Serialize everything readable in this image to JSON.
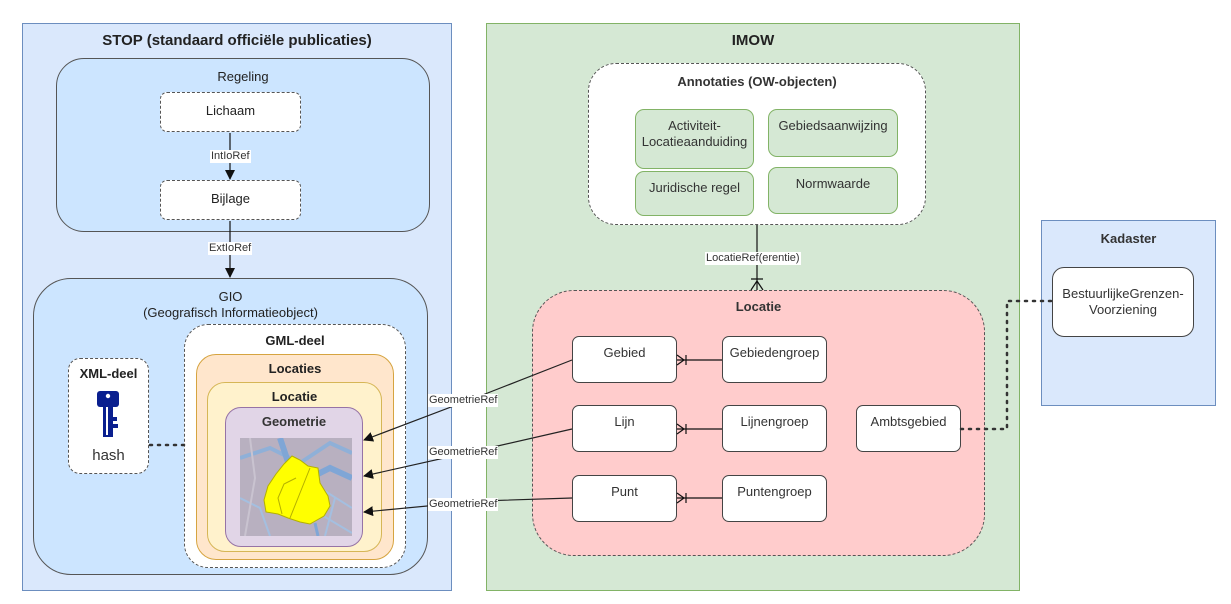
{
  "stop": {
    "title": "STOP (standaard officiële publicaties)",
    "regeling": {
      "title": "Regeling",
      "lichaam": "Lichaam",
      "bijlage": "Bijlage",
      "edge_intern": "IntIoRef"
    },
    "edge_extern": "ExtIoRef",
    "gio": {
      "title_line1": "GIO",
      "title_line2": "(Geografisch Informatieobject)",
      "xml_deel": {
        "title": "XML-deel",
        "icon": "key-icon",
        "label": "hash"
      },
      "gml_deel": {
        "title": "GML-deel",
        "locaties": "Locaties",
        "locatie": "Locatie",
        "geometrie": "Geometrie"
      }
    }
  },
  "imow": {
    "title": "IMOW",
    "annotaties": {
      "title": "Annotaties (OW-objecten)",
      "items": [
        "Activiteit-\nLocatieaanduiding",
        "Gebiedsaanwijzing",
        "Juridische regel",
        "Normwaarde"
      ]
    },
    "edge_locatie_ref": "LocatieRef(erentie)",
    "locatie": {
      "title": "Locatie",
      "gebied": "Gebied",
      "gebiedengroep": "Gebiedengroep",
      "lijn": "Lijn",
      "lijnengroep": "Lijnengroep",
      "punt": "Punt",
      "puntengroep": "Puntengroep",
      "ambtsgebied": "Ambtsgebied"
    },
    "edge_geometrie_ref": [
      "GeometrieRef",
      "GeometrieRef",
      "GeometrieRef"
    ]
  },
  "kadaster": {
    "title": "Kadaster",
    "box": "BestuurlijkeGrenzen-\nVoorziening"
  },
  "colors": {
    "stop_bg": "#dae8fc",
    "stop_border": "#6c8ebf",
    "imow_bg": "#d5e8d4",
    "imow_border": "#82b366",
    "locatie_bg": "#ffcccc",
    "locaties_bg": "#ffe6cc",
    "locatie_gml_bg": "#fff2cc",
    "geometrie_bg": "#e1d5e7",
    "key_color": "#0a1f8f",
    "polygon_fill": "#ffff00"
  }
}
